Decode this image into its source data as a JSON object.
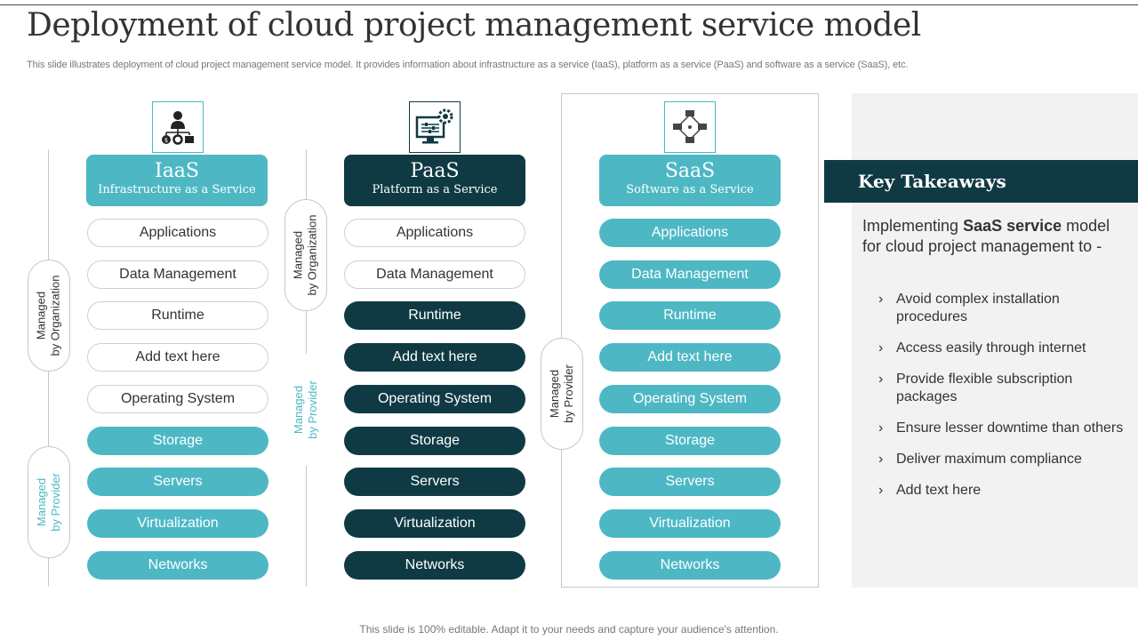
{
  "title": "Deployment of cloud project management service model",
  "subtitle": "This slide illustrates deployment of cloud project management service model. It provides information about infrastructure as a service (IaaS), platform as a service (PaaS) and software as a service (SaaS), etc.",
  "managed_org": "Managed\nby Organization",
  "managed_provider": "Managed\nby Provider",
  "models": [
    {
      "abbr": "IaaS",
      "full": "Infrastructure as a Service",
      "icon": "organization-hierarchy-icon",
      "layers": [
        "Applications",
        "Data Management",
        "Runtime",
        "Add text here",
        "Operating System",
        "Storage",
        "Servers",
        "Virtualization",
        "Networks"
      ]
    },
    {
      "abbr": "PaaS",
      "full": "Platform as a Service",
      "icon": "monitor-gear-icon",
      "layers": [
        "Applications",
        "Data Management",
        "Runtime",
        "Add text here",
        "Operating System",
        "Storage",
        "Servers",
        "Virtualization",
        "Networks"
      ]
    },
    {
      "abbr": "SaaS",
      "full": "Software as a Service",
      "icon": "network-computers-icon",
      "layers": [
        "Applications",
        "Data Management",
        "Runtime",
        "Add text here",
        "Operating System",
        "Storage",
        "Servers",
        "Virtualization",
        "Networks"
      ]
    }
  ],
  "takeaways": {
    "heading": "Key Takeaways",
    "lead_pre": "Implementing ",
    "lead_bold": "SaaS service",
    "lead_post": " model for cloud project management to -",
    "items": [
      "Avoid complex installation procedures",
      "Access easily through  internet",
      "Provide flexible subscription packages",
      "Ensure lesser downtime than others",
      "Deliver maximum compliance",
      "Add text here"
    ]
  },
  "footer": "This slide is 100% editable. Adapt it to your needs and capture your audience's attention.",
  "colors": {
    "teal": "#4db8c4",
    "dark": "#0f3a44",
    "panel": "#f2f2f2"
  }
}
